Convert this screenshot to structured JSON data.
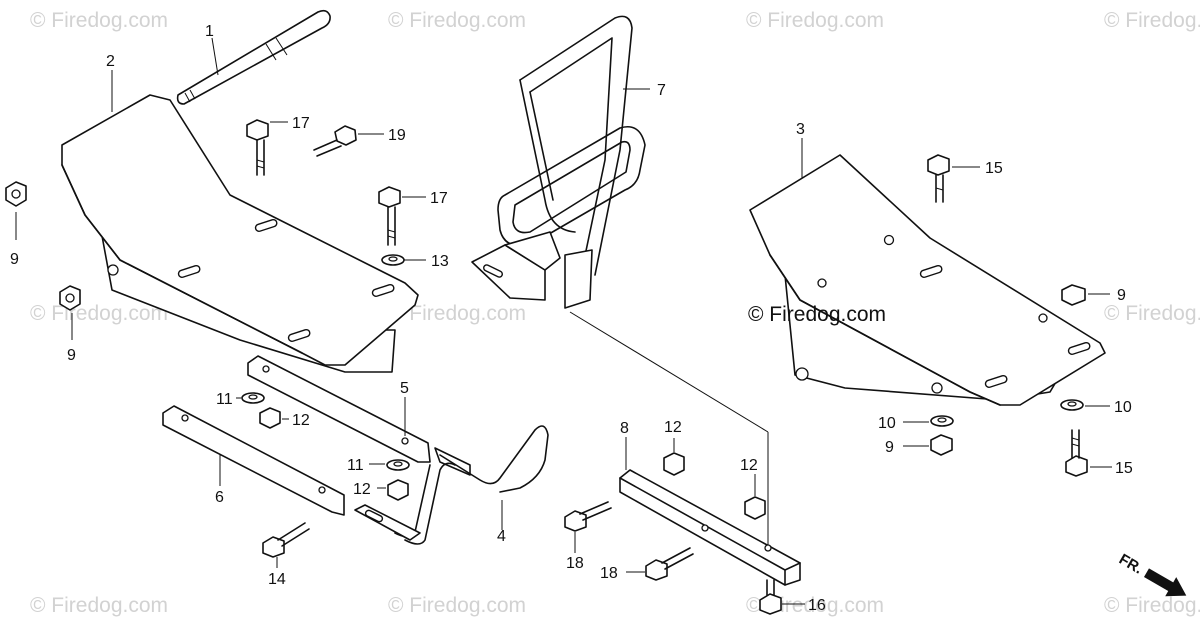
{
  "diagram": {
    "watermark_text": "© Firedog.com",
    "center_copyright": "© Firedog.com",
    "front_label": "FR.",
    "callouts": [
      "1",
      "2",
      "3",
      "4",
      "5",
      "6",
      "7",
      "8",
      "9",
      "9",
      "9",
      "9",
      "10",
      "10",
      "11",
      "11",
      "12",
      "12",
      "12",
      "12",
      "13",
      "14",
      "15",
      "15",
      "16",
      "17",
      "17",
      "18",
      "18",
      "19"
    ]
  }
}
